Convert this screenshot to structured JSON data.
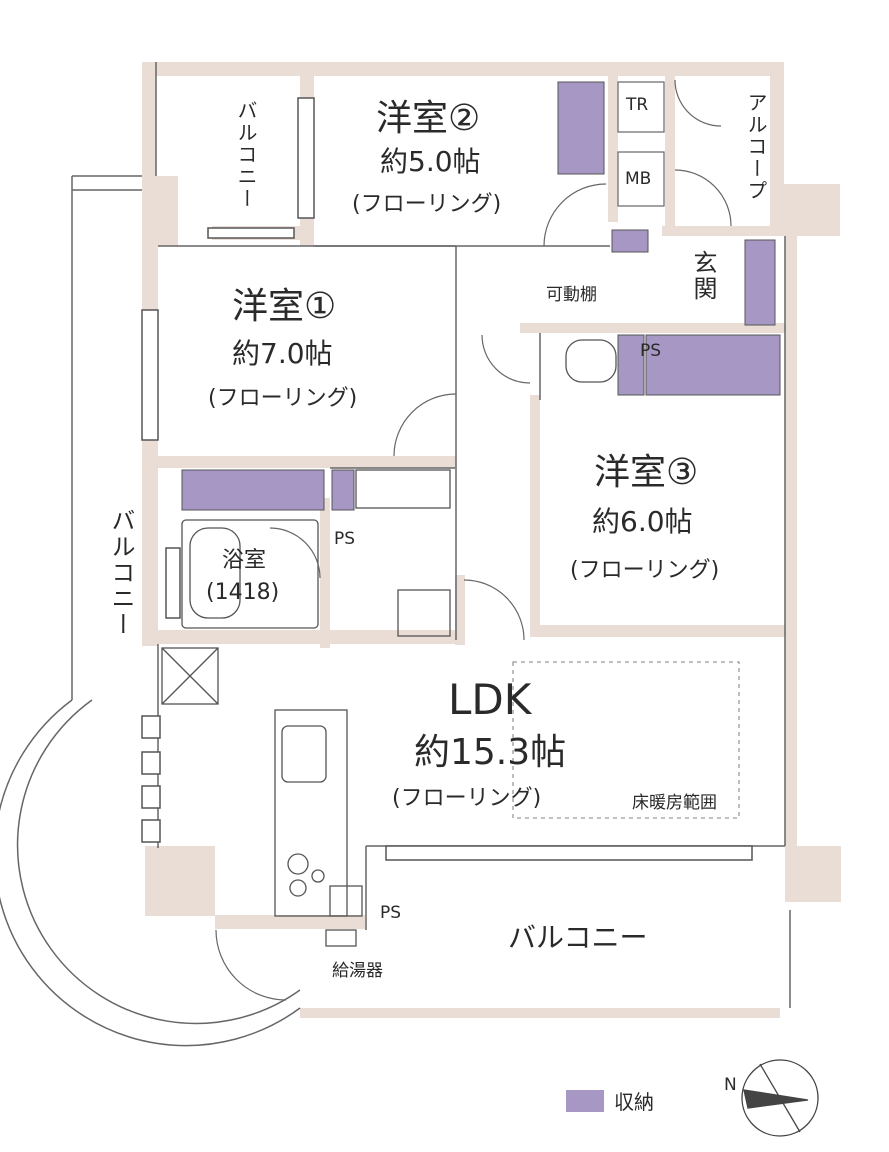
{
  "colors": {
    "wall": "#e9ddd6",
    "storage": "#a697c4",
    "line": "#555555"
  },
  "rooms": {
    "room2": {
      "name": "洋室②",
      "size": "約5.0帖",
      "floor": "(フローリング)"
    },
    "room1": {
      "name": "洋室①",
      "size": "約7.0帖",
      "floor": "(フローリング)"
    },
    "room3": {
      "name": "洋室③",
      "size": "約6.0帖",
      "floor": "(フローリング)"
    },
    "ldk": {
      "name": "LDK",
      "size": "約15.3帖",
      "floor": "(フローリング)",
      "floor_heating": "床暖房範囲"
    },
    "bath": {
      "name": "浴室",
      "size": "(1418)"
    },
    "entrance": "玄関",
    "alcove": "アルコープ"
  },
  "labels": {
    "balcony_top": "バルコニー",
    "balcony_left": "バルコニー",
    "balcony_bottom": "バルコニー",
    "tr": "TR",
    "mb": "MB",
    "movable_shelf": "可動棚",
    "ps1": "PS",
    "ps2": "PS",
    "ps3": "PS",
    "water_heater": "給湯器"
  },
  "legend": {
    "storage_label": "収納"
  },
  "compass": {
    "north": "N"
  }
}
